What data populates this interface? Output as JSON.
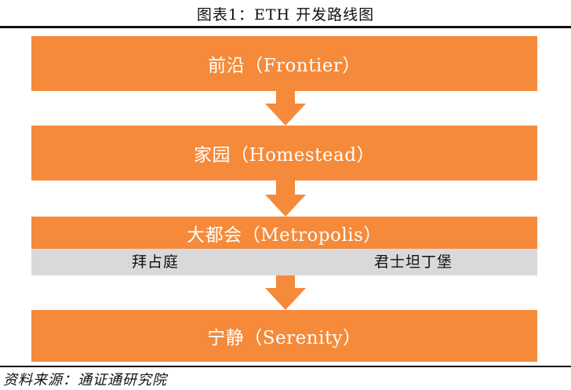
{
  "figure": {
    "title": "图表1：ETH 开发路线图"
  },
  "stages": [
    {
      "label": "前沿（Frontier）"
    },
    {
      "label": "家园（Homestead）"
    },
    {
      "label": "大都会（Metropolis）"
    },
    {
      "label": "宁静（Serenity）"
    }
  ],
  "metropolis_phases": [
    {
      "label": "拜占庭"
    },
    {
      "label": "君士坦丁堡"
    }
  ],
  "source": "资料来源：通证通研究院",
  "colors": {
    "stage_fill": "#f58a3a",
    "phase_bar_fill": "#d9d9db",
    "stage_text": "#ffffff"
  }
}
